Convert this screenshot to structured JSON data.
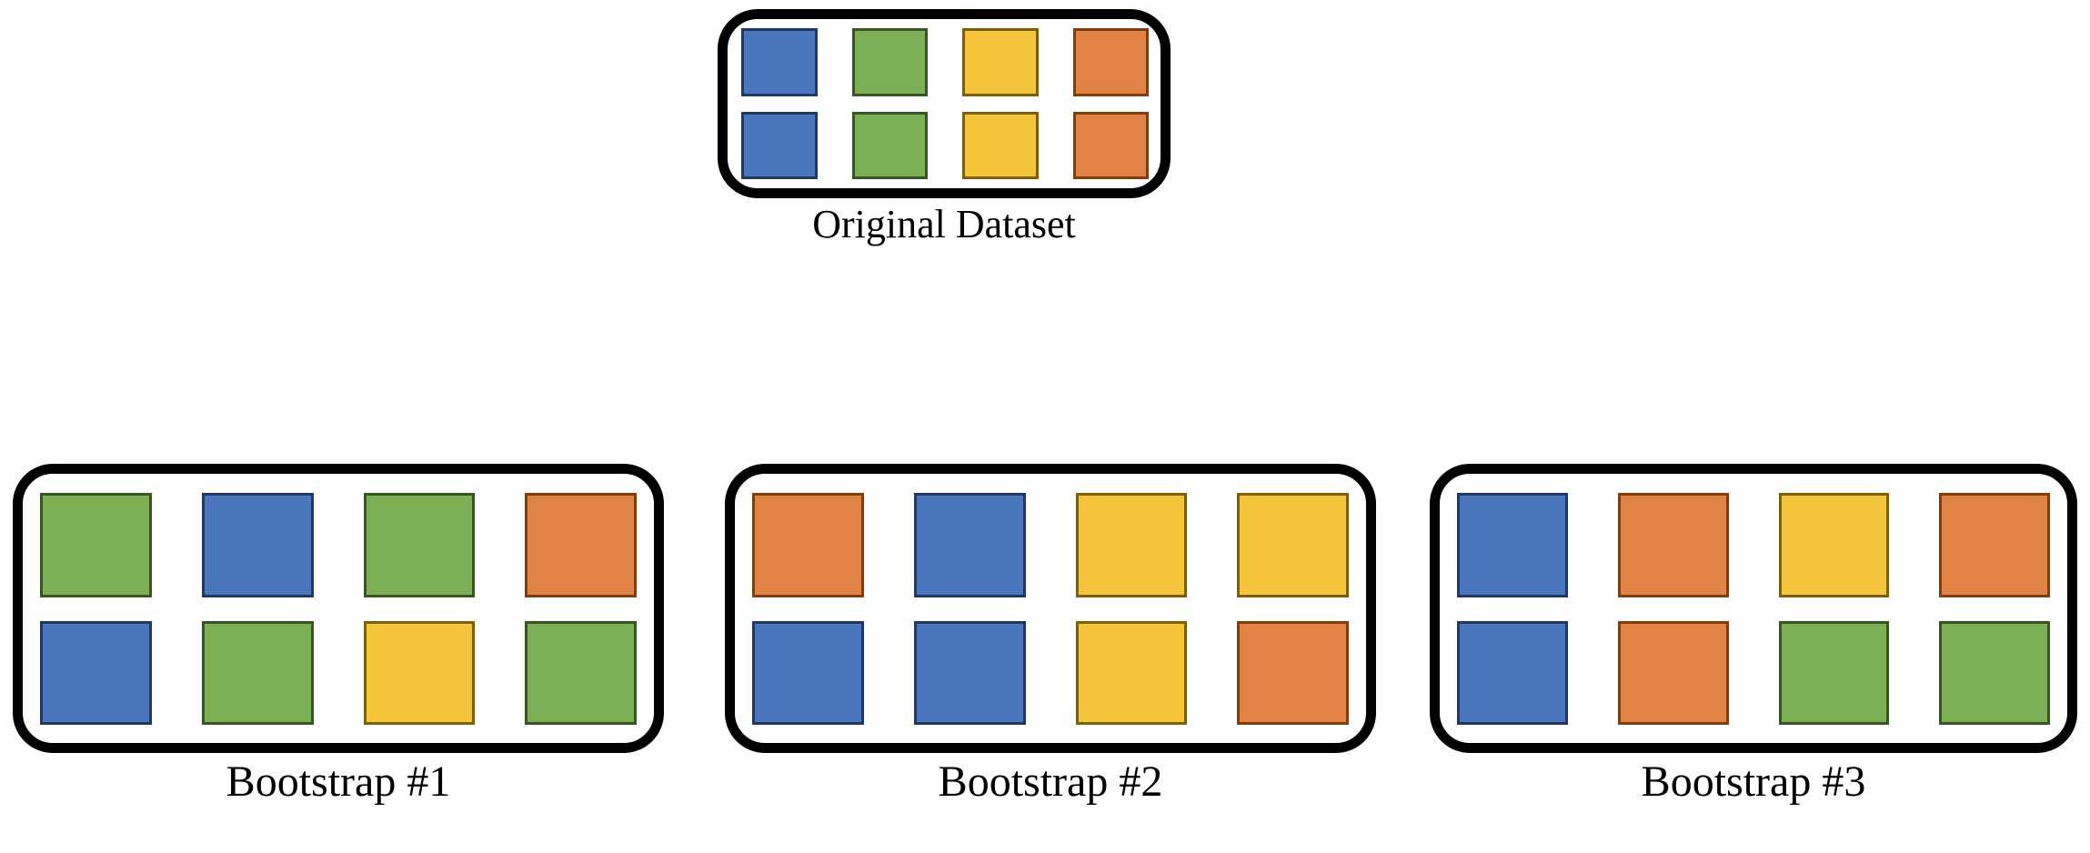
{
  "diagram": {
    "title_semantic": "bootstrap-resampling-diagram",
    "background_color": "#FFFFFF",
    "panel_border_color": "#000000"
  },
  "palette": {
    "blue": {
      "name": "blue",
      "fill": "#4A76BD",
      "stroke": "#1F3864"
    },
    "green": {
      "name": "green",
      "fill": "#7DAF57",
      "stroke": "#375623"
    },
    "yellow": {
      "name": "yellow",
      "fill": "#F4C53B",
      "stroke": "#7F6000"
    },
    "orange": {
      "name": "orange",
      "fill": "#E08344",
      "stroke": "#833C0C"
    }
  },
  "panels": [
    {
      "id": "original",
      "label": "Original Dataset",
      "rows": 2,
      "cols": 4,
      "cells": [
        [
          "blue",
          "green",
          "yellow",
          "orange"
        ],
        [
          "blue",
          "green",
          "yellow",
          "orange"
        ]
      ]
    },
    {
      "id": "bootstrap1",
      "label": "Bootstrap #1",
      "rows": 2,
      "cols": 4,
      "cells": [
        [
          "green",
          "blue",
          "green",
          "orange"
        ],
        [
          "blue",
          "green",
          "yellow",
          "green"
        ]
      ]
    },
    {
      "id": "bootstrap2",
      "label": "Bootstrap #2",
      "rows": 2,
      "cols": 4,
      "cells": [
        [
          "orange",
          "blue",
          "yellow",
          "yellow"
        ],
        [
          "blue",
          "blue",
          "yellow",
          "orange"
        ]
      ]
    },
    {
      "id": "bootstrap3",
      "label": "Bootstrap #3",
      "rows": 2,
      "cols": 4,
      "cells": [
        [
          "blue",
          "orange",
          "yellow",
          "orange"
        ],
        [
          "blue",
          "orange",
          "green",
          "green"
        ]
      ]
    }
  ]
}
